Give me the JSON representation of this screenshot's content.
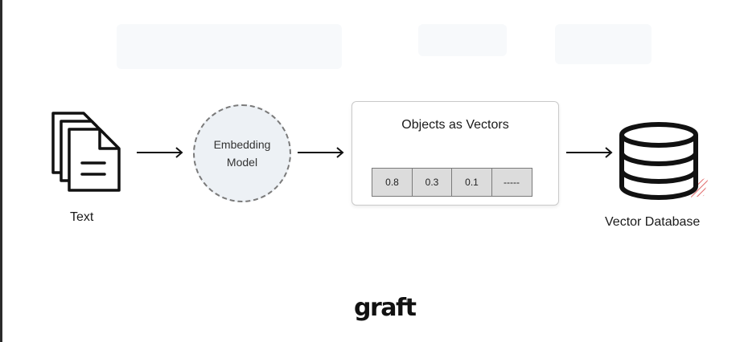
{
  "diagram": {
    "text_label": "Text",
    "embedding_model": {
      "line1": "Embedding",
      "line2": "Model"
    },
    "vector_box": {
      "title": "Objects as Vectors",
      "values": [
        "0.8",
        "0.3",
        "0.1",
        "-----"
      ]
    },
    "database_label": "Vector Database"
  },
  "brand": {
    "name": "graft",
    "mark": "®"
  },
  "colors": {
    "stroke": "#111111",
    "circle_fill": "#edf1f5",
    "cell_fill": "#dcdcdc",
    "accent_hatch": "#e06a6a"
  },
  "icons": [
    "document-stack-icon",
    "arrow-right-icon",
    "database-icon"
  ]
}
